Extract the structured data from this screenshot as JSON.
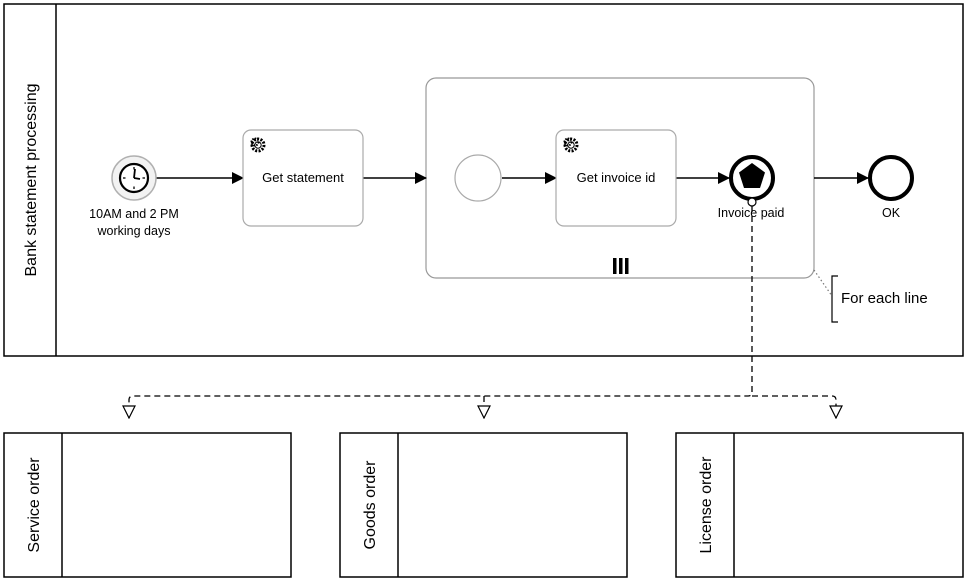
{
  "pools": {
    "main": {
      "title": "Bank statement processing"
    },
    "service": {
      "title": "Service order"
    },
    "goods": {
      "title": "Goods order"
    },
    "license": {
      "title": "License order"
    }
  },
  "events": {
    "timer_start": {
      "icon": "clock-icon",
      "label_line1": "10AM and 2 PM",
      "label_line2": "working days"
    },
    "sub_start": {
      "icon": "circle-icon"
    },
    "invoice_paid": {
      "icon": "pentagon-icon",
      "label": "Invoice paid"
    },
    "end_ok": {
      "icon": "end-event-icon",
      "label": "OK"
    }
  },
  "tasks": {
    "get_statement": {
      "label": "Get statement",
      "icon": "gear-icon"
    },
    "get_invoice_id": {
      "label": "Get invoice id",
      "icon": "gear-icon"
    }
  },
  "subprocess": {
    "marker": "parallel-multi-instance-marker"
  },
  "annotation": {
    "text": "For each line"
  }
}
